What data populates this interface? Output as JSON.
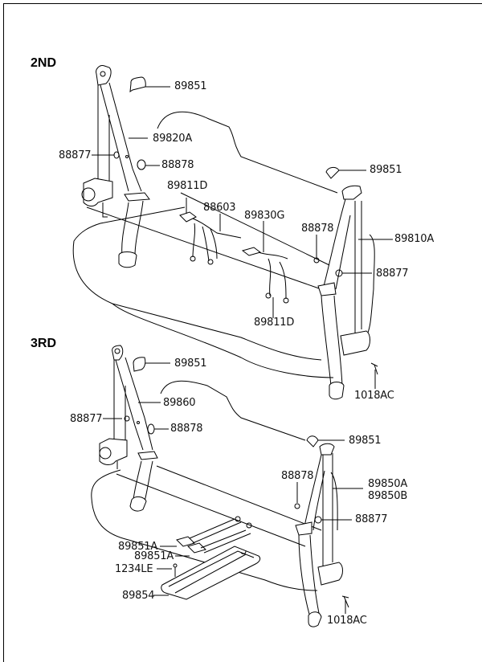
{
  "sections": [
    {
      "id": "2nd",
      "title": "2ND"
    },
    {
      "id": "3rd",
      "title": "3RD"
    }
  ],
  "labels": {
    "s2_89851_left": "89851",
    "s2_89820A": "89820A",
    "s2_88877_left": "88877",
    "s2_88878_left": "88878",
    "s2_89811D_top": "89811D",
    "s2_88603": "88603",
    "s2_89830G": "89830G",
    "s2_89811D_bottom": "89811D",
    "s2_89851_right": "89851",
    "s2_88878_right": "88878",
    "s2_89810A": "89810A",
    "s2_88877_right": "88877",
    "s2_1018AC": "1018AC",
    "s3_89851_left": "89851",
    "s3_89860": "89860",
    "s3_88877_left": "88877",
    "s3_88878_left": "88878",
    "s3_89851_right": "89851",
    "s3_88878_right": "88878",
    "s3_89850A": "89850A",
    "s3_89850B": "89850B",
    "s3_88877_right": "88877",
    "s3_89851A_1": "89851A",
    "s3_89851A_2": "89851A",
    "s3_1234LE": "1234LE",
    "s3_89854": "89854",
    "s3_1018AC": "1018AC"
  },
  "colors": {
    "line": "#000000",
    "background": "#ffffff"
  }
}
